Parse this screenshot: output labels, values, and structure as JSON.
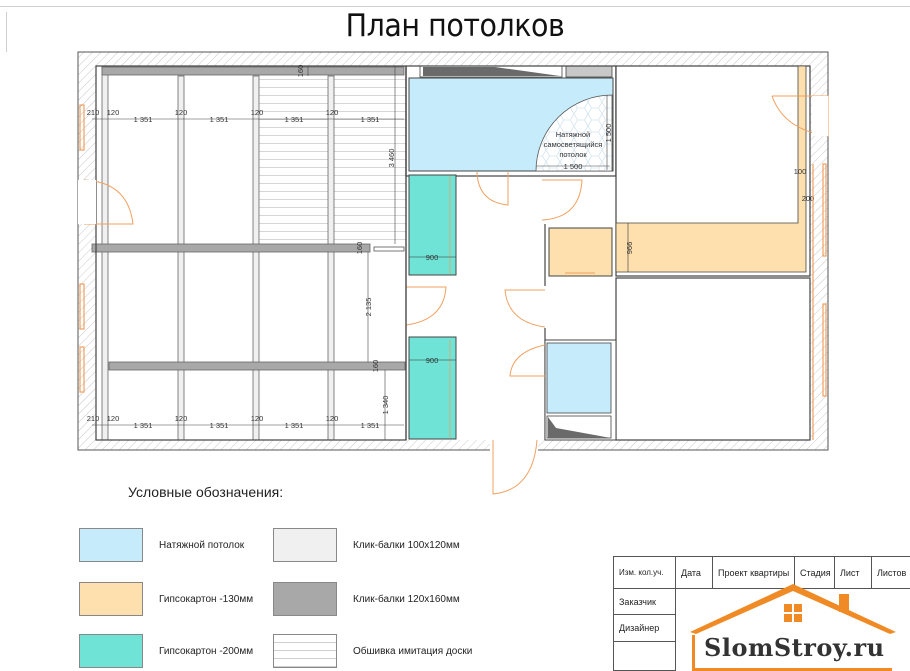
{
  "title": "План потолков",
  "colors": {
    "stretch_ceiling": "#c6ecfb",
    "drywall_130": "#fde0ad",
    "drywall_200": "#6fe3d6",
    "click_beam_100x120": "#f0f0f0",
    "click_beam_120x160": "#a8a8a8",
    "board_cladding": "#ffffff",
    "door_lines": "#f0a060",
    "walls": "#444444",
    "brand_orange": "#f08a24"
  },
  "plan": {
    "dimensions_top_row": [
      "210",
      "120",
      "1 351",
      "120",
      "1 351",
      "120",
      "1 351",
      "120",
      "1 351"
    ],
    "dimensions_bottom_row": [
      "210",
      "120",
      "1 351",
      "120",
      "1 351",
      "120",
      "1 351",
      "120",
      "1 351"
    ],
    "dim_beam_top": "160",
    "dim_beam_mid": "160",
    "dim_beam_low": "160",
    "dim_room_height_upper": "3 460",
    "dim_room_height_mid": "2 135",
    "dim_room_height_low": "1 340",
    "dim_niche_upper": "900",
    "dim_niche_lower": "900",
    "dim_glow_vertical": "1 500",
    "dim_glow_horizontal": "1 500",
    "glow_note_line1": "Натяжной",
    "glow_note_line2": "самосветящийся",
    "glow_note_line3": "потолок",
    "dim_bedroom_offset_100": "100",
    "dim_bedroom_offset_200": "200",
    "dim_bedroom_strip": "966"
  },
  "legend": {
    "title": "Условные обозначения:",
    "items": [
      {
        "label": "Натяжной потолок",
        "swatch": "stretch"
      },
      {
        "label": "Гипсокартон -130мм",
        "swatch": "drywall130"
      },
      {
        "label": "Гипсокартон -200мм",
        "swatch": "drywall200"
      },
      {
        "label": "Клик-балки 100х120мм",
        "swatch": "beam_light"
      },
      {
        "label": "Клик-балки 120х160мм",
        "swatch": "beam_dark"
      },
      {
        "label": "Обшивка имитация доски",
        "swatch": "boards"
      }
    ]
  },
  "title_block": {
    "header": [
      "Изм. кол.уч.",
      "Дата",
      "Проект квартиры",
      "Стадия",
      "Лист",
      "Листов"
    ],
    "rows": [
      "Заказчик",
      "Дизайнер",
      ""
    ],
    "logo_text": "SlomStroy.ru"
  }
}
